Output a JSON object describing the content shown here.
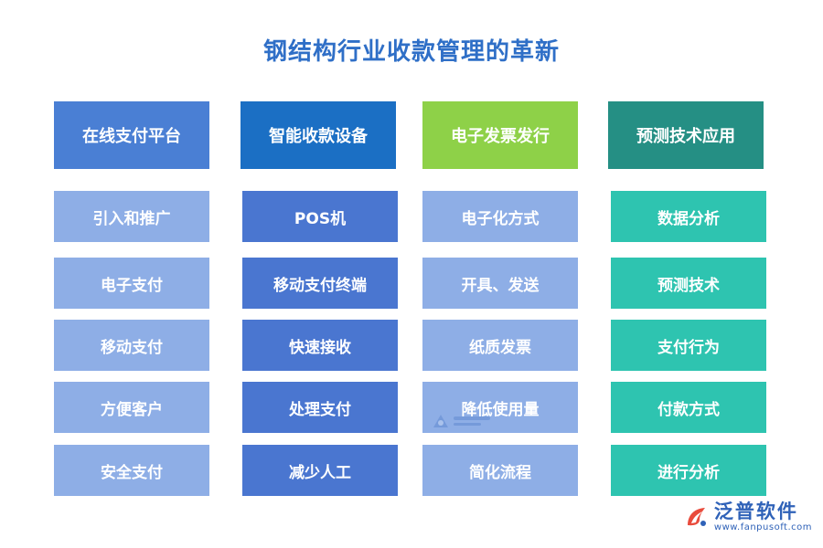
{
  "title": "钢结构行业收款管理的革新",
  "columns": [
    {
      "header": "在线支付平台",
      "items": [
        "引入和推广",
        "电子支付",
        "移动支付",
        "方便客户",
        "安全支付"
      ]
    },
    {
      "header": "智能收款设备",
      "items": [
        "POS机",
        "移动支付终端",
        "快速接收",
        "处理支付",
        "减少人工"
      ]
    },
    {
      "header": "电子发票发行",
      "items": [
        "电子化方式",
        "开具、发送",
        "纸质发票",
        "降低使用量",
        "简化流程"
      ]
    },
    {
      "header": "预测技术应用",
      "items": [
        "数据分析",
        "预测技术",
        "支付行为",
        "付款方式",
        "进行分析"
      ]
    }
  ],
  "colors": {
    "title": "#2f6fc7",
    "header_1": "#4a7fd4",
    "header_2": "#1b6fc4",
    "header_3": "#8ed148",
    "header_4": "#258f84",
    "item_1": "#8eaee6",
    "item_2": "#4a76d0",
    "item_3": "#8eaee6",
    "item_4": "#2ec4b0"
  },
  "brand": {
    "name": "泛普软件",
    "url": "www.fanpusoft.com",
    "icon": "fanpu-logo-icon"
  }
}
